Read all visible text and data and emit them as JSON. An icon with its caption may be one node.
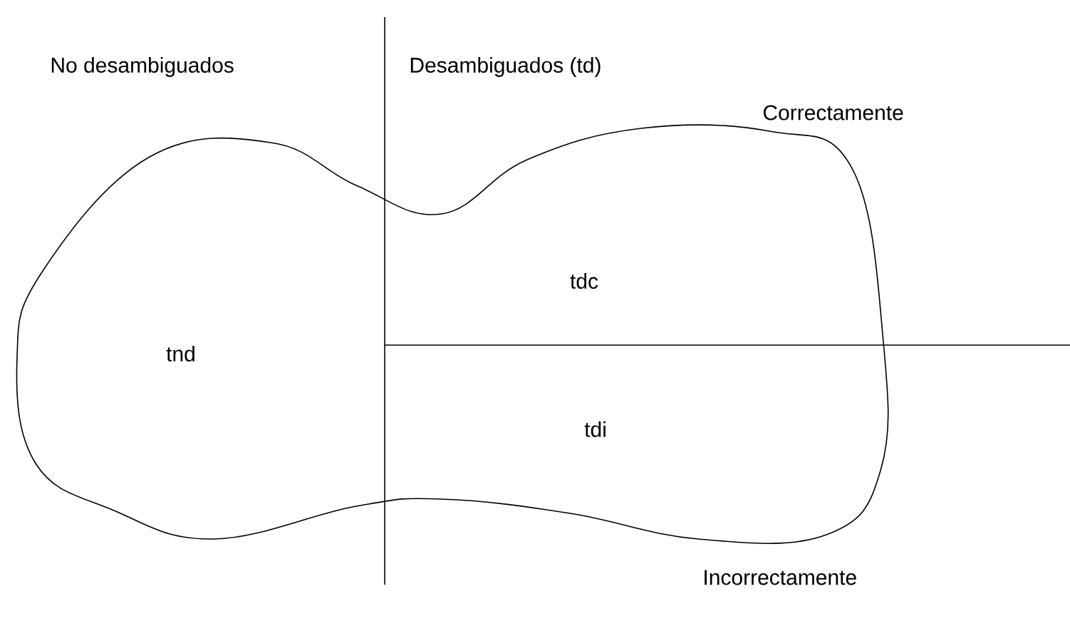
{
  "diagram": {
    "labels": [
      "No desambiguados",
      "Desambiguados (td)",
      "Correctamente",
      "tnd",
      "tdc",
      "tdi",
      "Incorrectamente"
    ]
  }
}
